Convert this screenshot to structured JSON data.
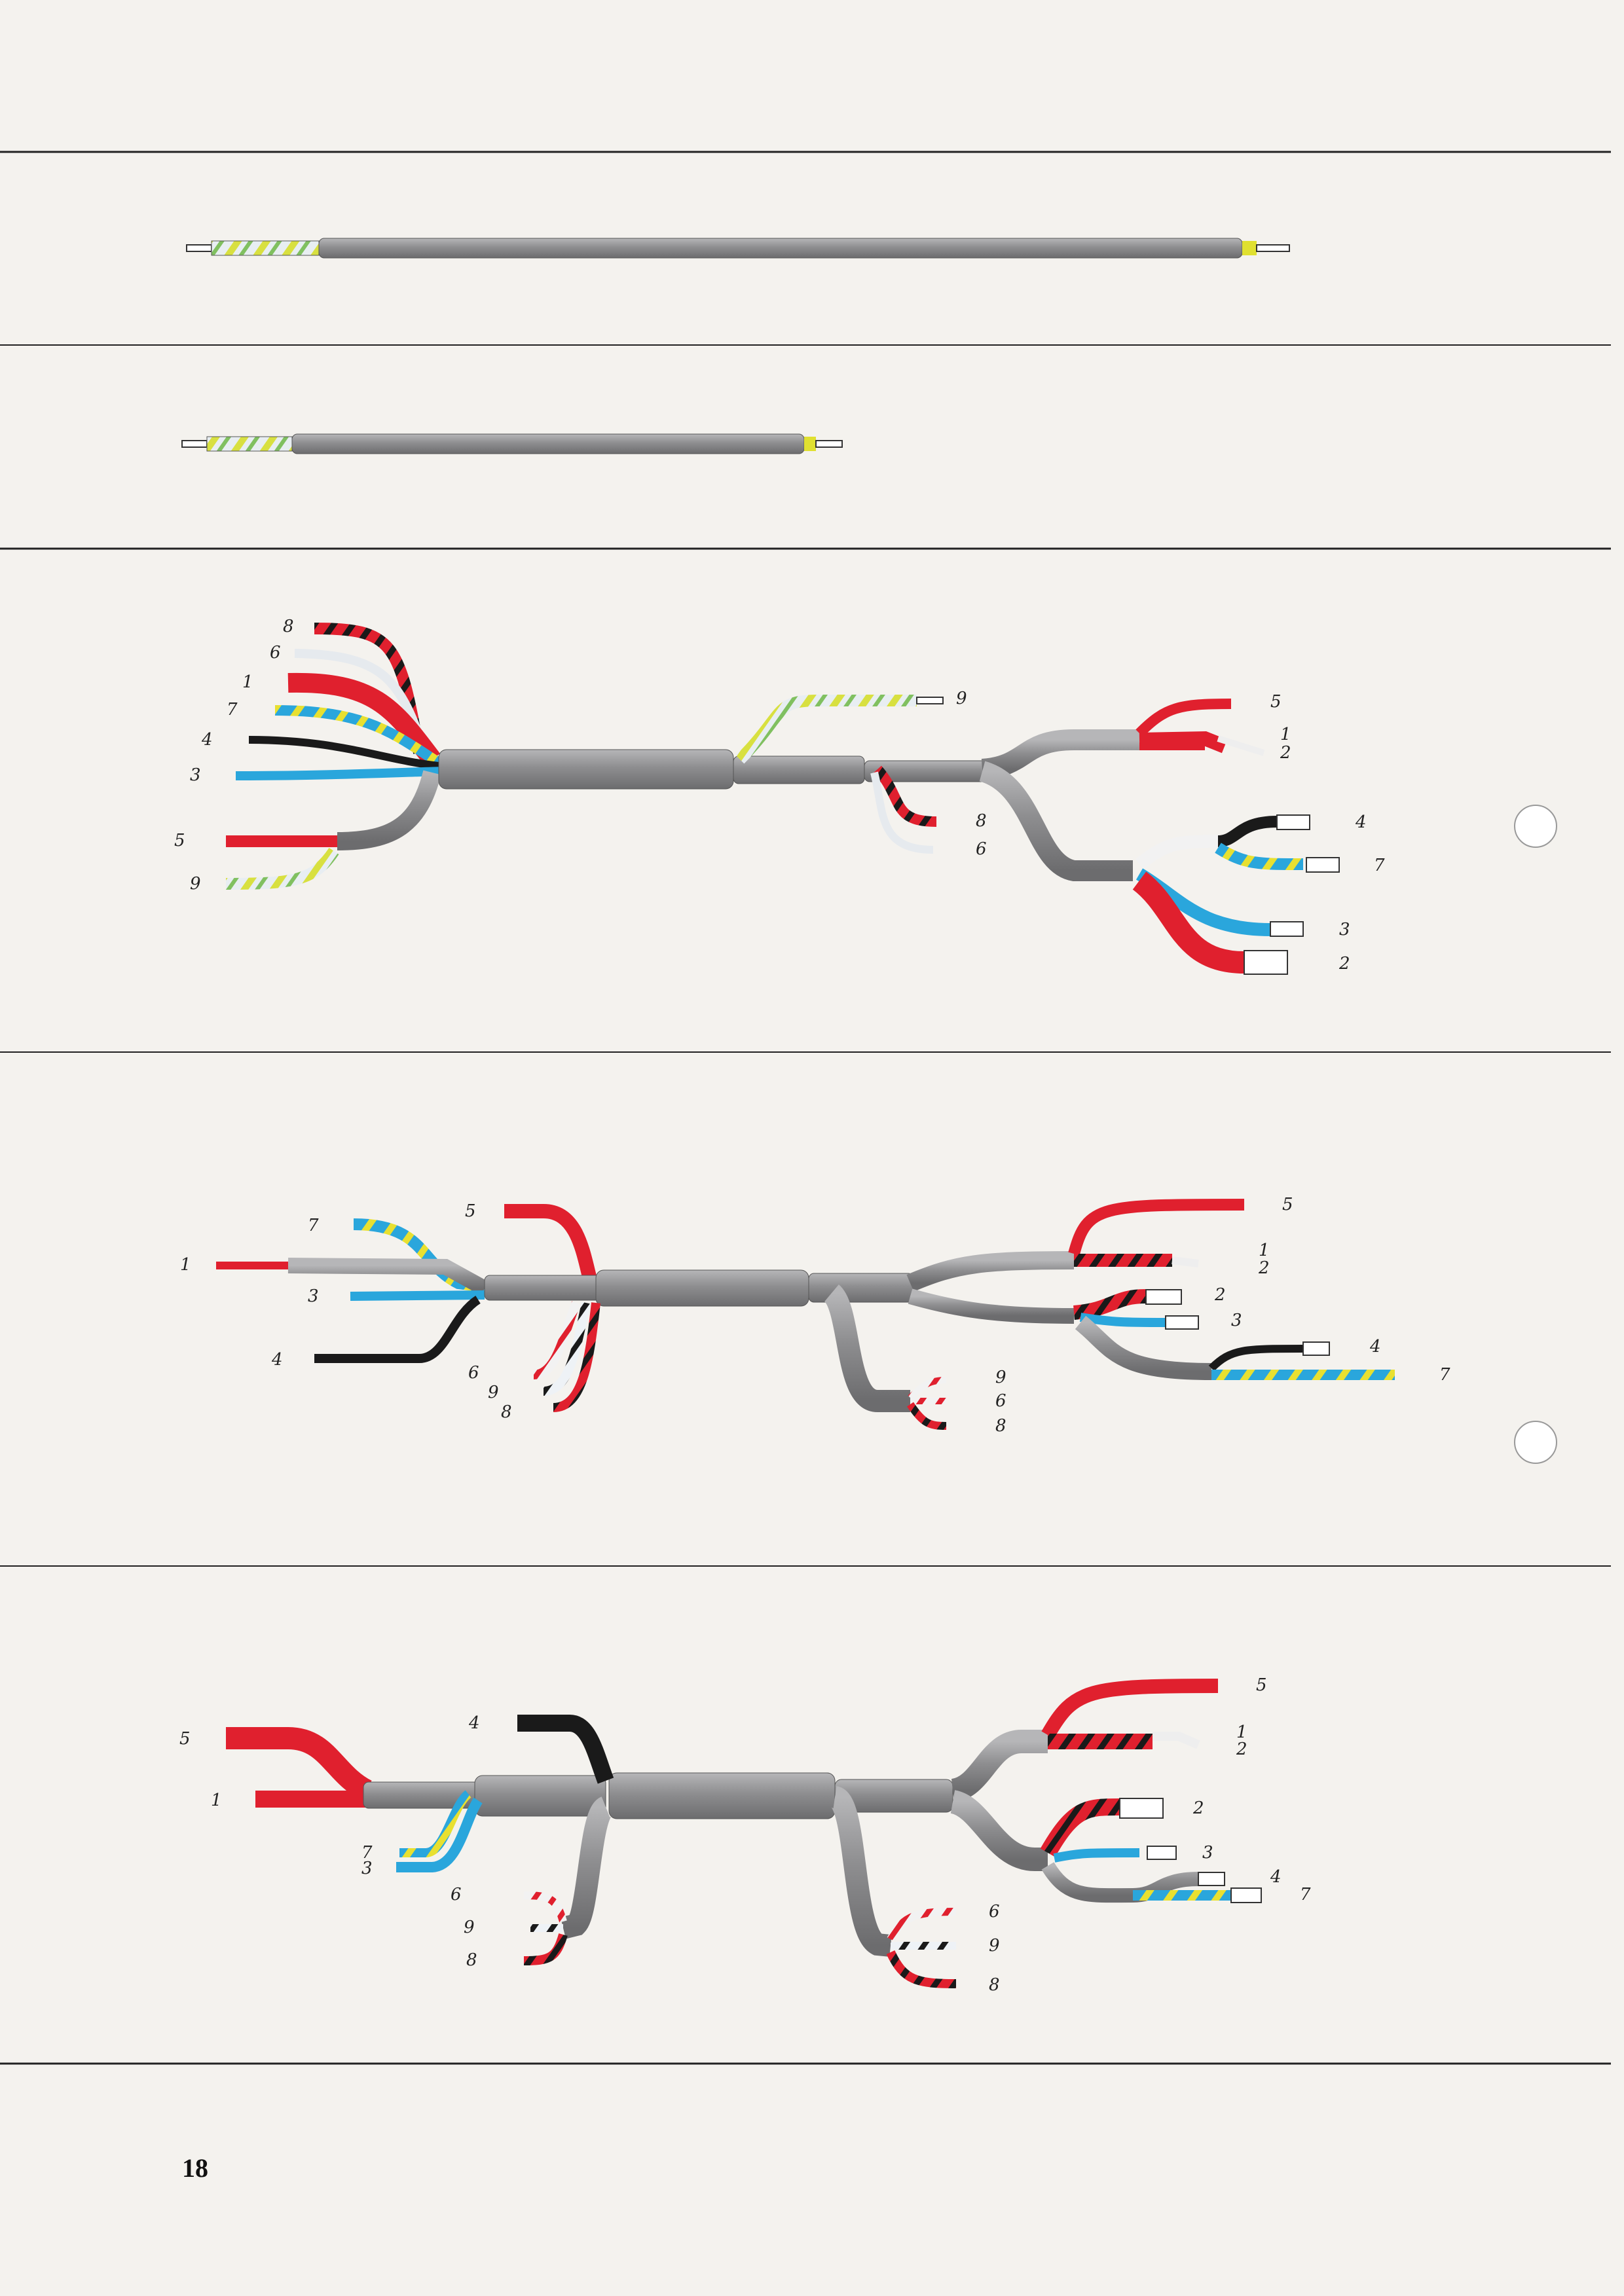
{
  "page_number": "18",
  "palette": {
    "sheath": "#8e8e90",
    "red": "#e0202e",
    "black": "#1a1a1a",
    "blue": "#2aa6dc",
    "white": "#f5f5f5",
    "yellow": "#e8e030",
    "green_yellow": "#b8d040",
    "background": "#f4f2ee",
    "rule": "#222222"
  },
  "harnesses": [
    {
      "name": "single-wire-long",
      "wire_pattern": "white-yellow-green stripe",
      "labels": []
    },
    {
      "name": "single-wire-short",
      "wire_pattern": "white-yellow-green stripe",
      "labels": []
    },
    {
      "name": "harness-a",
      "labels": {
        "left": [
          "8",
          "6",
          "1",
          "7",
          "4",
          "3",
          "5",
          "9"
        ],
        "middle_top": [
          "9"
        ],
        "middle_bottom": [
          "8",
          "6"
        ],
        "right": [
          "5",
          "1",
          "2",
          "4",
          "7",
          "3",
          "2"
        ]
      }
    },
    {
      "name": "harness-b",
      "labels": {
        "left": [
          "7",
          "1",
          "3",
          "4",
          "5"
        ],
        "left_bottom": [
          "6",
          "9",
          "8"
        ],
        "middle": [
          "9",
          "6",
          "8"
        ],
        "right": [
          "5",
          "1",
          "2",
          "2",
          "3",
          "4",
          "7"
        ]
      }
    },
    {
      "name": "harness-c",
      "labels": {
        "left": [
          "5",
          "1",
          "4",
          "7",
          "3"
        ],
        "left_bottom": [
          "6",
          "9",
          "8"
        ],
        "middle": [
          "6",
          "9",
          "8"
        ],
        "right": [
          "5",
          "1",
          "2",
          "2",
          "3",
          "4",
          "7"
        ]
      }
    }
  ]
}
